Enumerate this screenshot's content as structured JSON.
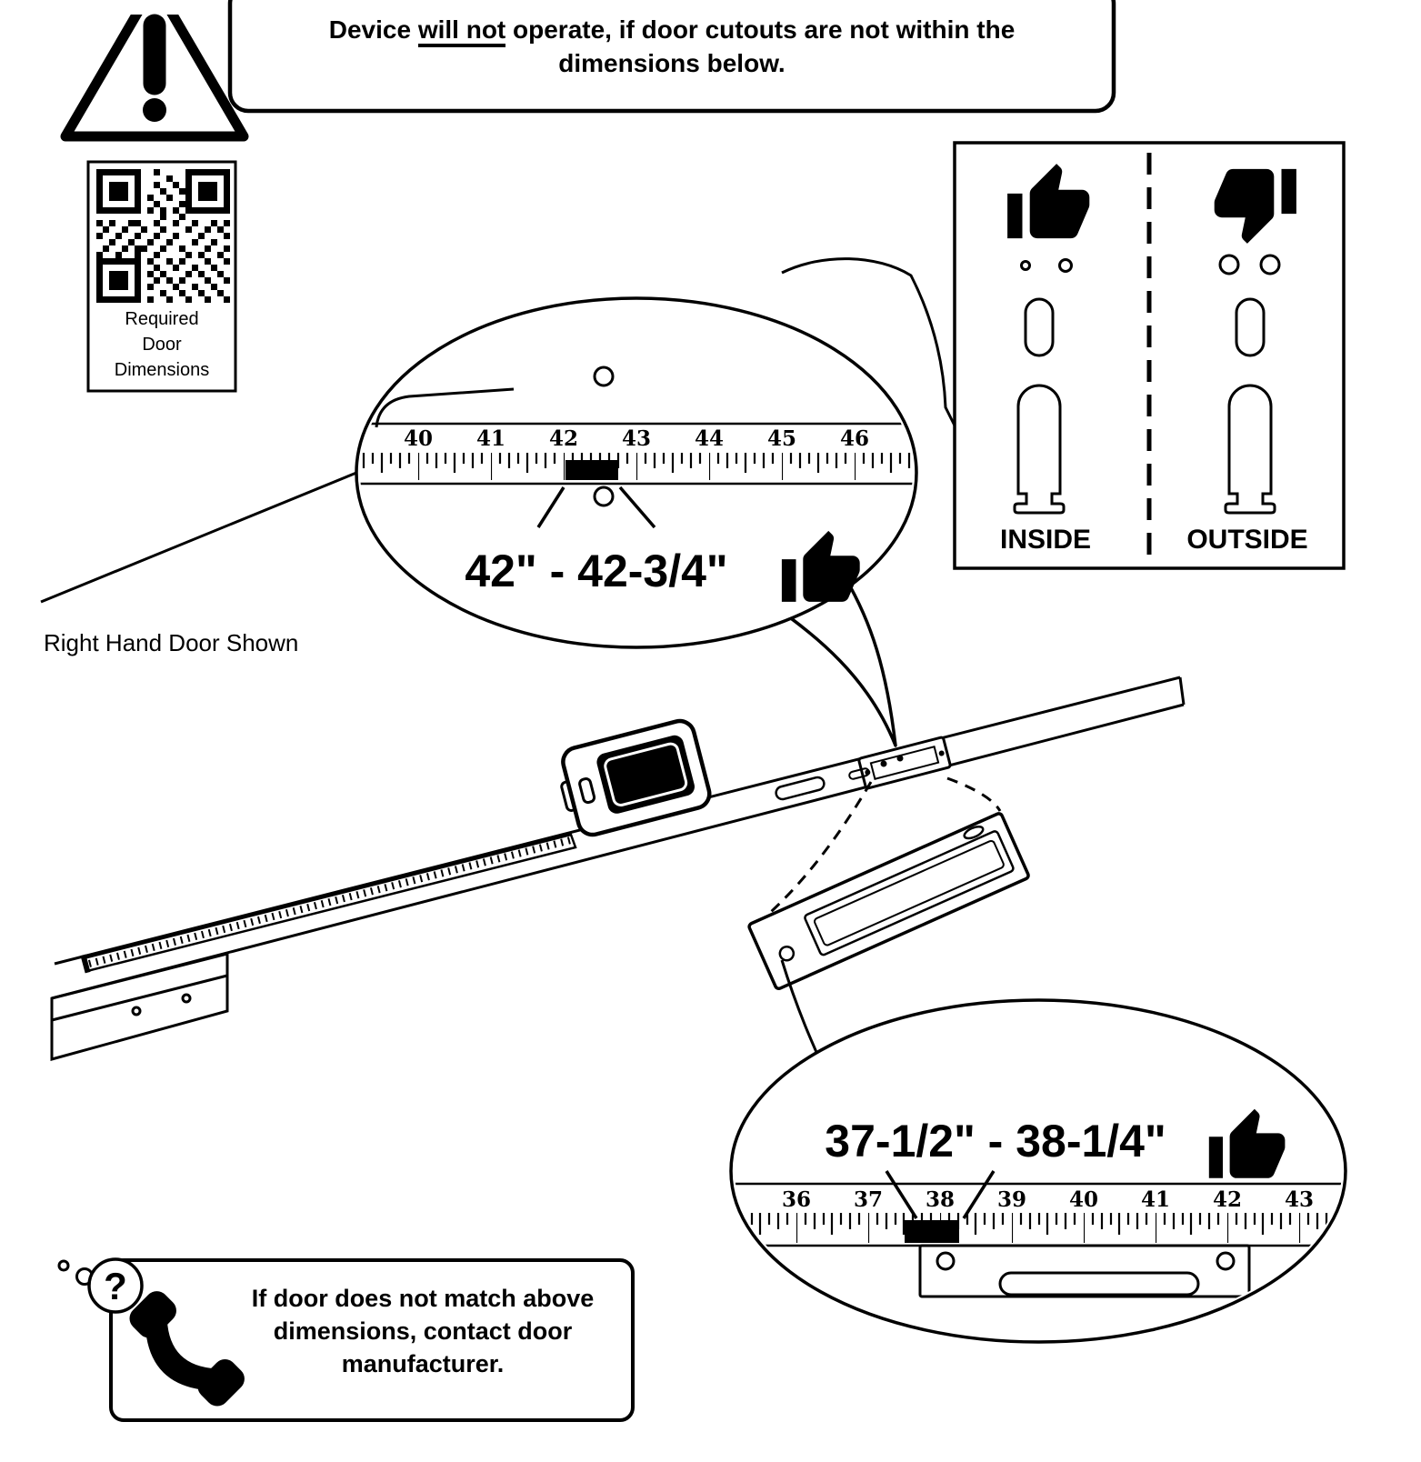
{
  "colors": {
    "ink": "#000000",
    "paper": "#ffffff"
  },
  "warning_banner": {
    "line1_before": "Device ",
    "line1_underlined": "will not",
    "line1_after": " operate, if door cutouts are not within the",
    "line2": "dimensions below."
  },
  "qr": {
    "label_lines": [
      "Required",
      "Door",
      "Dimensions"
    ]
  },
  "compare_panel": {
    "inside_label": "INSIDE",
    "outside_label": "OUTSIDE"
  },
  "door_note": "Right Hand Door Shown",
  "top_callout": {
    "dimension": "42\" - 42-3/4\"",
    "ruler_labels": [
      "40",
      "41",
      "42",
      "43",
      "44",
      "45",
      "46"
    ],
    "highlight_start_inch": 42,
    "highlight_end_inch": 42.75
  },
  "bottom_callout": {
    "dimension": "37-1/2\" - 38-1/4\"",
    "ruler_labels": [
      "36",
      "37",
      "38",
      "39",
      "40",
      "41",
      "42",
      "43"
    ],
    "highlight_start_inch": 37.5,
    "highlight_end_inch": 38.25
  },
  "contact_note": {
    "lines": [
      "If door does not match above",
      "dimensions, contact door",
      "manufacturer."
    ]
  },
  "icons": {
    "warning": "triangle-exclamation",
    "thumbs_up": "thumbs-up",
    "thumbs_down": "thumbs-down",
    "phone": "phone-handset",
    "question_mark": "?",
    "qr_code": "qr-code"
  }
}
